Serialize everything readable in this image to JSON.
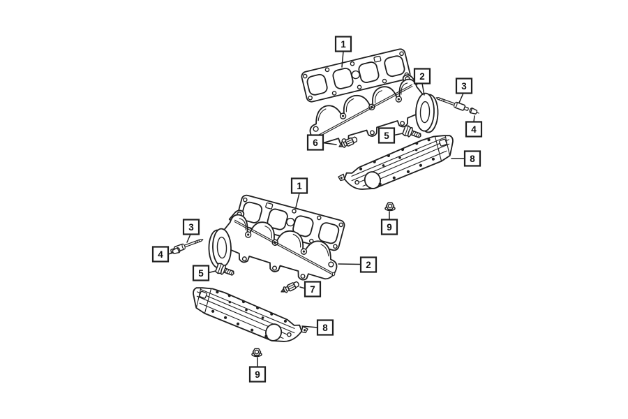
{
  "colors": {
    "background": "#ffffff",
    "line": "#1f1f1f"
  },
  "callouts": {
    "upper": [
      {
        "label": "1",
        "part": "gasket"
      },
      {
        "label": "2",
        "part": "exhaust-manifold"
      },
      {
        "label": "3",
        "part": "stud"
      },
      {
        "label": "4",
        "part": "cap-nut"
      },
      {
        "label": "5",
        "part": "bolt"
      },
      {
        "label": "6",
        "part": "plug-stud"
      },
      {
        "label": "8",
        "part": "heat-shield"
      },
      {
        "label": "9",
        "part": "flange-nut"
      }
    ],
    "lower": [
      {
        "label": "1",
        "part": "gasket"
      },
      {
        "label": "2",
        "part": "exhaust-manifold"
      },
      {
        "label": "3",
        "part": "stud"
      },
      {
        "label": "4",
        "part": "cap-nut"
      },
      {
        "label": "5",
        "part": "bolt"
      },
      {
        "label": "7",
        "part": "plug-stud"
      },
      {
        "label": "8",
        "part": "heat-shield"
      },
      {
        "label": "9",
        "part": "flange-nut"
      }
    ]
  }
}
